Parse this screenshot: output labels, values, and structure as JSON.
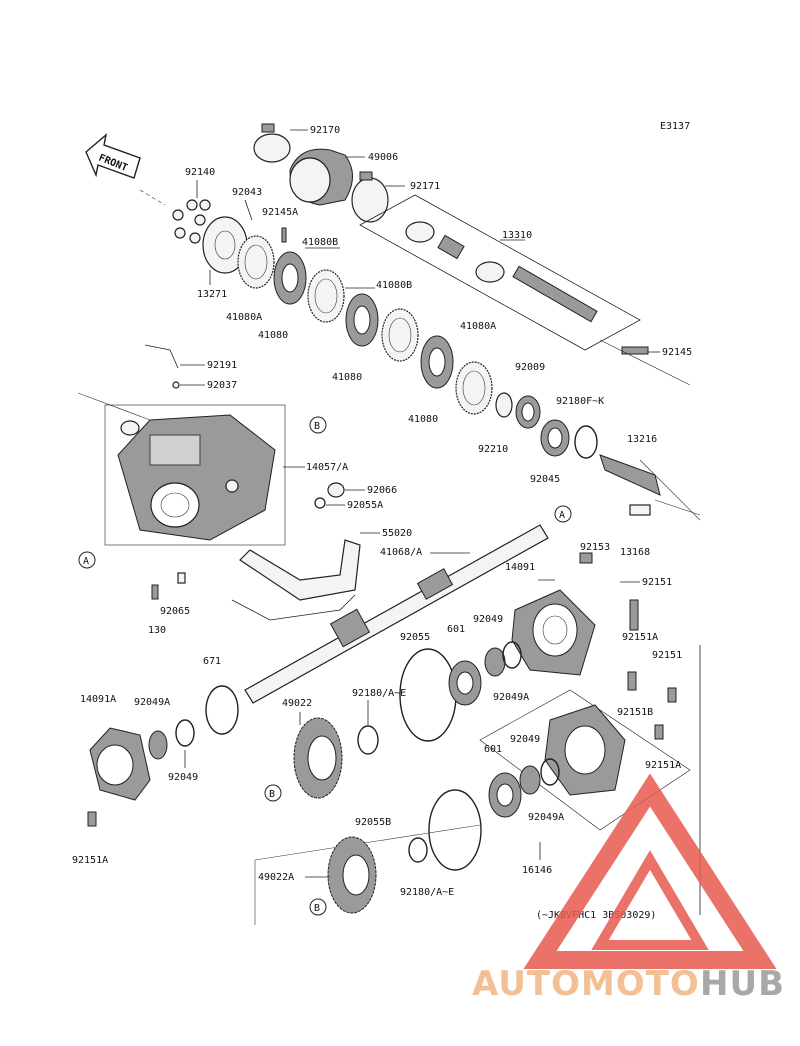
{
  "diagram": {
    "code": "E3137",
    "front_label": "FRONT",
    "serial_note": "(~JKBVFHC1 3B503029)",
    "parts": {
      "p92170": "92170",
      "p49006": "49006",
      "p92171": "92171",
      "p92140": "92140",
      "p92043": "92043",
      "p92145A": "92145A",
      "p13271": "13271",
      "p41080B_1": "41080B",
      "p41080A_1": "41080A",
      "p41080_1": "41080",
      "p41080B_2": "41080B",
      "p41080_2": "41080",
      "p41080A_2": "41080A",
      "p41080_3": "41080",
      "p13310": "13310",
      "p92145": "92145",
      "p92191": "92191",
      "p92037": "92037",
      "p92009": "92009",
      "p92180FK": "92180F~K",
      "p92210": "92210",
      "p13216": "13216",
      "p92045": "92045",
      "p14057A": "14057/A",
      "p92066": "92066",
      "p92055A": "92055A",
      "p13168": "13168",
      "p55020": "55020",
      "p41068A": "41068/A",
      "p92153": "92153",
      "p14091": "14091",
      "p92151_1": "92151",
      "p92065": "92065",
      "p130": "130",
      "p92055": "92055",
      "p601_1": "601",
      "p92049_1": "92049",
      "p92151A_1": "92151A",
      "p671": "671",
      "p92151_2": "92151",
      "p92049A_1": "92049A",
      "p14091A": "14091A",
      "p92049A_2": "92049A",
      "p49022": "49022",
      "p92180AE_1": "92180/A~E",
      "p92151B": "92151B",
      "p92049_2": "92049",
      "p601_2": "601",
      "p92049_3": "92049",
      "p92151A_2": "92151A",
      "p92055B": "92055B",
      "p92049A_3": "92049A",
      "p92151A_3": "92151A",
      "p16146": "16146",
      "p49022A": "49022A",
      "p92180AE_2": "92180/A~E"
    },
    "callouts": {
      "A": "A",
      "B": "B"
    }
  },
  "watermark": {
    "text_a": "AUTOMOTO",
    "text_b": "HUB",
    "color_a": "#f2b482",
    "color_b": "#9a9a9a",
    "triangle_color": "#e85a4f"
  }
}
